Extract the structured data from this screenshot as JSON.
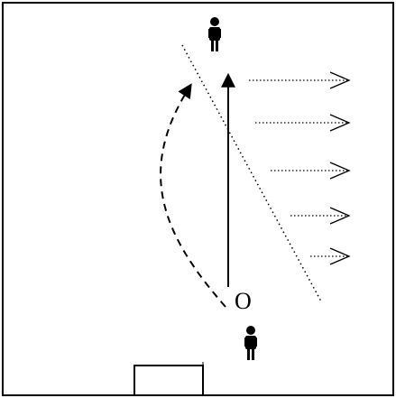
{
  "diagram": {
    "origin_label": "O",
    "figures": [
      {
        "name": "person-top-icon"
      },
      {
        "name": "person-bottom-icon"
      }
    ],
    "arrows": {
      "straight": {
        "style": "solid",
        "color": "#000000"
      },
      "curved": {
        "style": "dashed",
        "color": "#000000"
      },
      "flow": {
        "count": 5,
        "style": "dotted",
        "direction": "right",
        "color": "#000000"
      }
    },
    "diagonal_line": {
      "style": "dotted",
      "color": "#000000"
    },
    "goal": {
      "name": "goal-bracket"
    },
    "colors": {
      "stroke": "#000000",
      "background": "#ffffff",
      "frame": "#000000"
    }
  }
}
